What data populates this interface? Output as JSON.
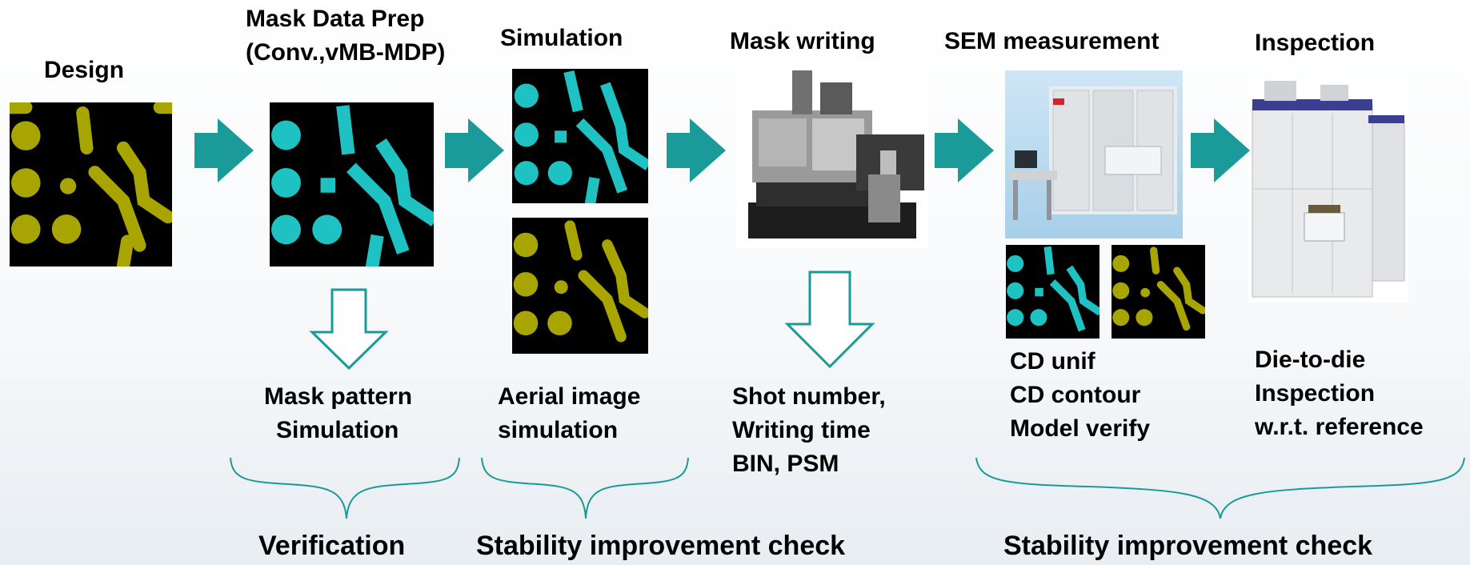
{
  "colors": {
    "teal": "#1a9a98",
    "cyan_pattern": "#1fc2c2",
    "olive_pattern": "#a8a400",
    "panel_bg": "#000000"
  },
  "stages": {
    "design": {
      "title": "Design"
    },
    "mdp": {
      "title_line1": "Mask Data Prep",
      "title_line2": "(Conv.,vMB-MDP)"
    },
    "simulation": {
      "title": "Simulation"
    },
    "mask_writing": {
      "title": "Mask writing"
    },
    "sem": {
      "title": "SEM measurement"
    },
    "inspection": {
      "title": "Inspection"
    }
  },
  "notes": {
    "mdp": [
      "Mask pattern",
      "Simulation"
    ],
    "simulation": [
      "Aerial image",
      "simulation"
    ],
    "mask_writing": [
      "Shot number,",
      "Writing time",
      "BIN, PSM"
    ],
    "sem": [
      "CD unif",
      "CD contour",
      "Model verify"
    ],
    "inspection": [
      "Die-to-die",
      "Inspection",
      "w.r.t. reference"
    ]
  },
  "groups": {
    "verification": "Verification",
    "stability_1": "Stability improvement check",
    "stability_2": "Stability improvement check"
  },
  "icons": {
    "flow_arrow": "right-arrow-icon",
    "down_arrow": "down-arrow-icon",
    "brace": "curly-brace-icon"
  }
}
